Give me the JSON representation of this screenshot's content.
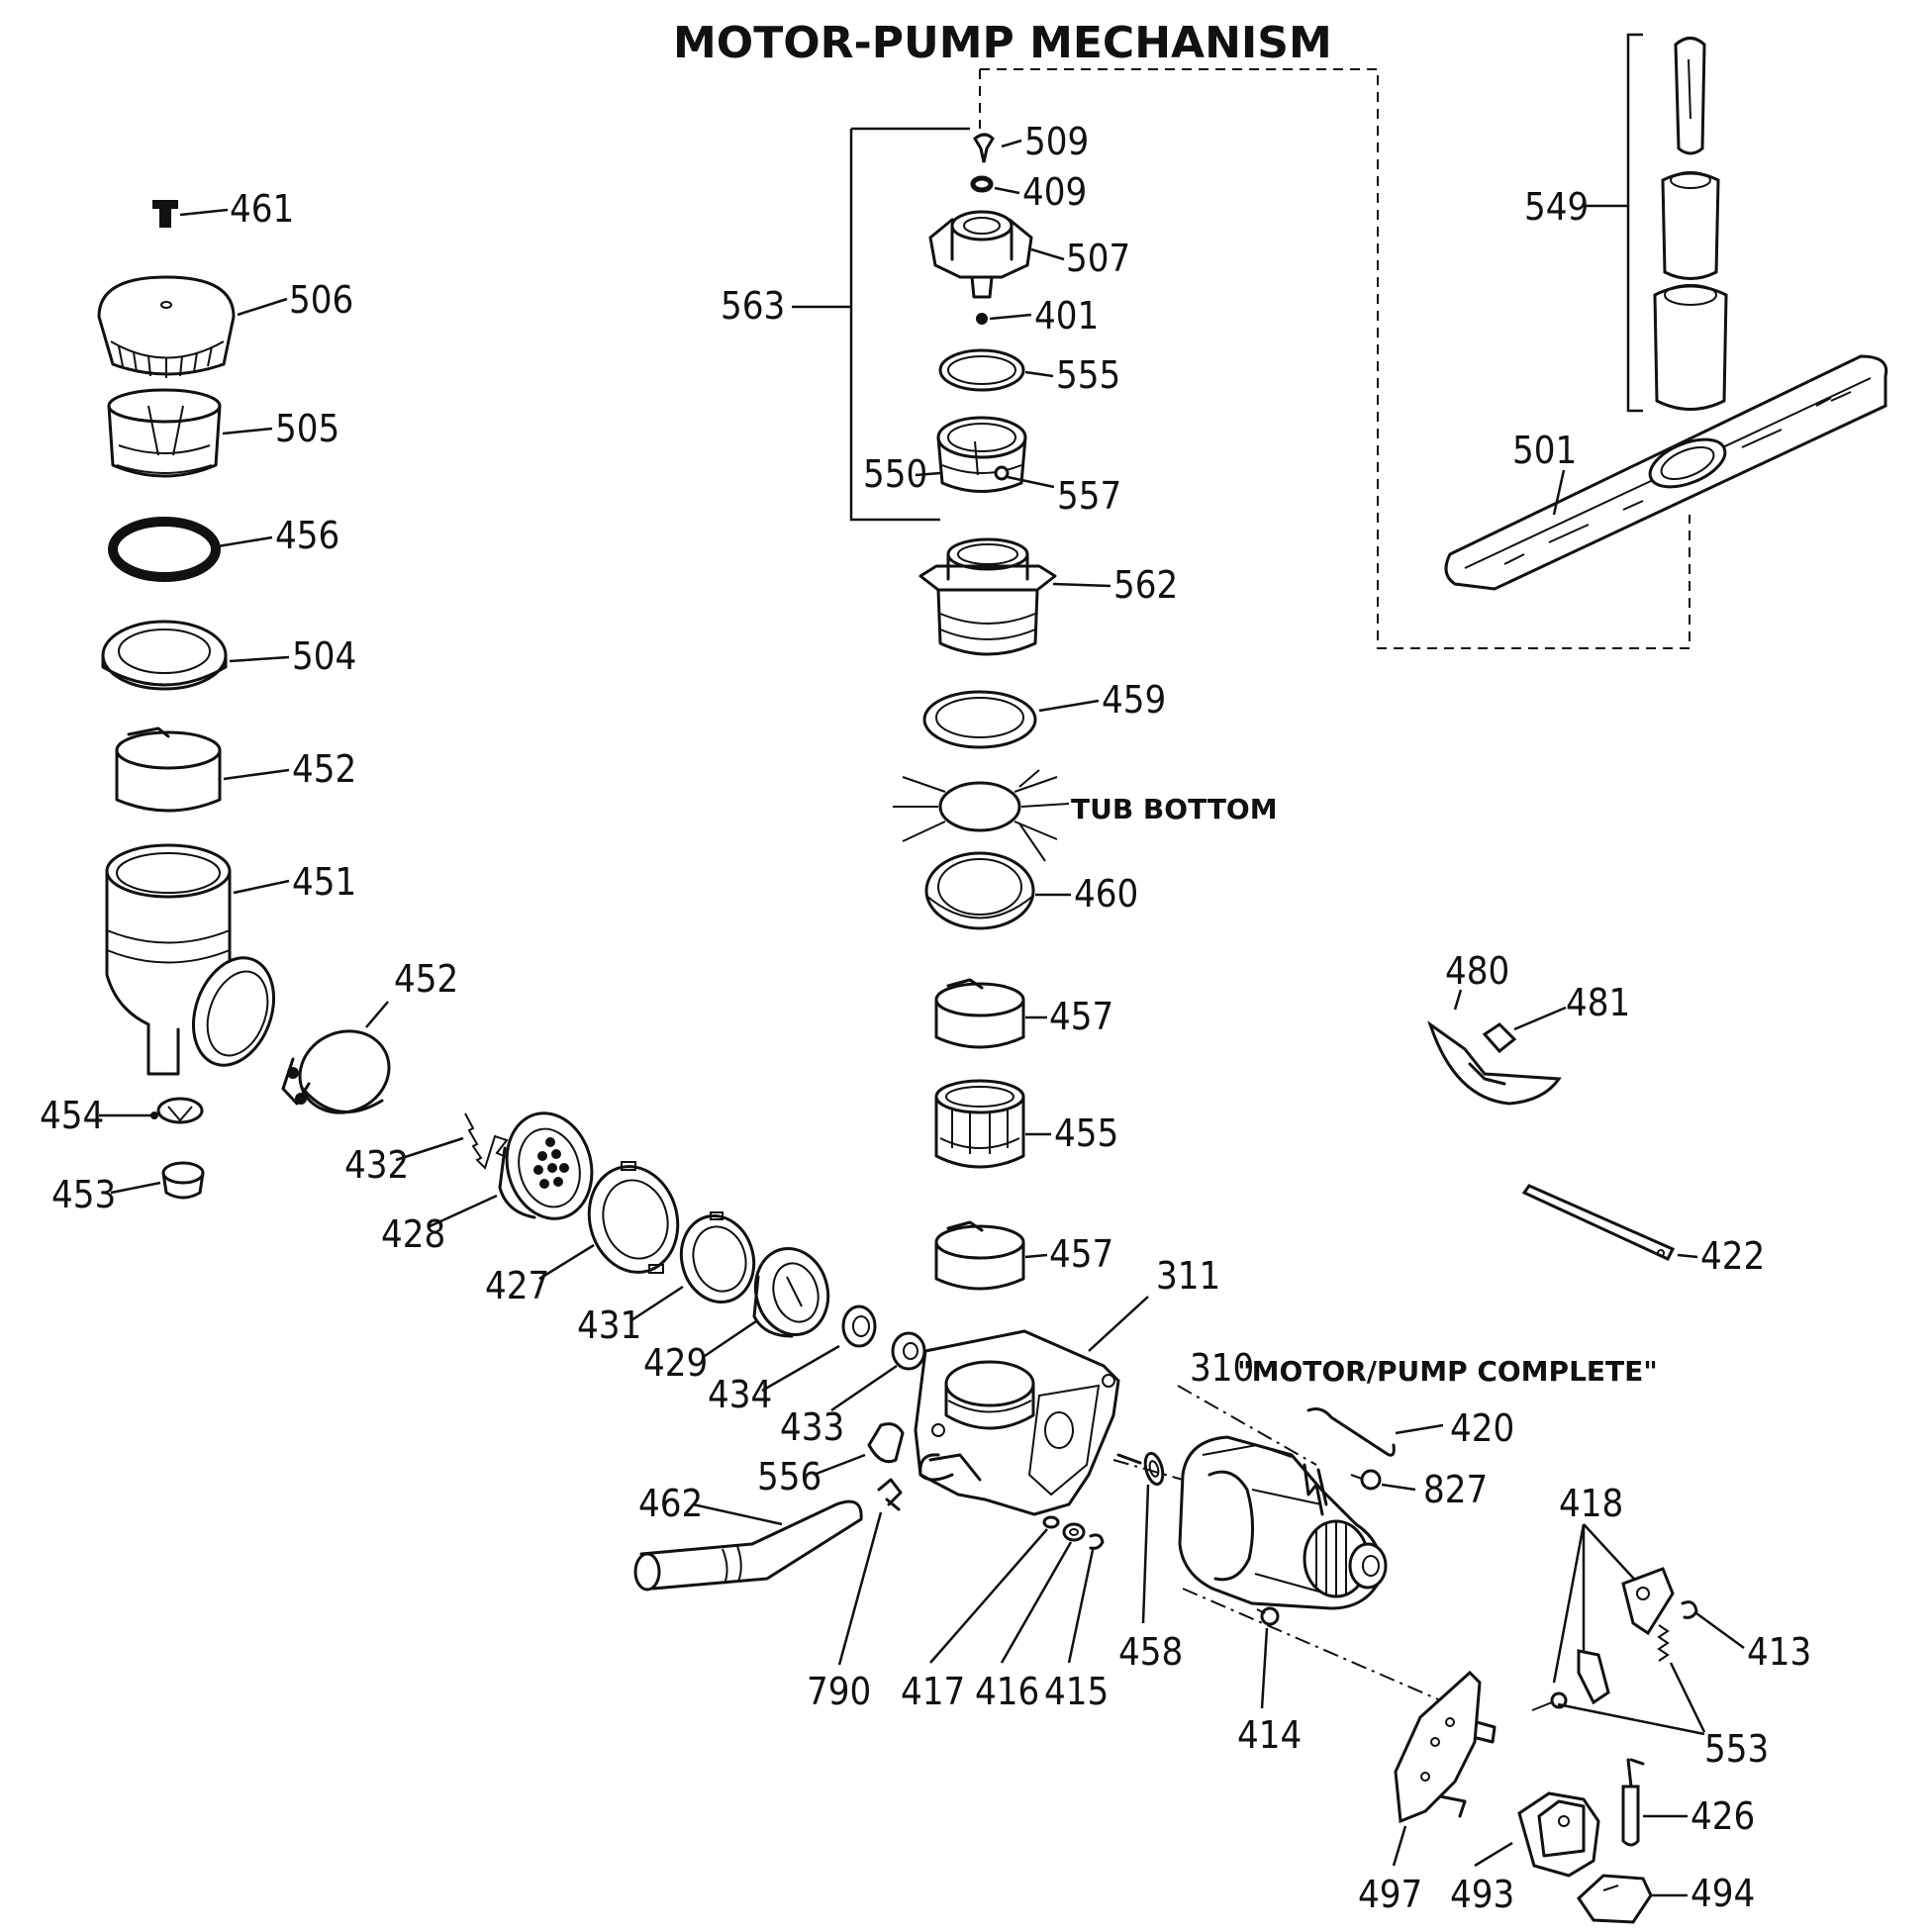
{
  "title": "MOTOR-PUMP MECHANISM",
  "annotations": {
    "tub_bottom": "TUB BOTTOM",
    "motor_pump_complete_num": "310",
    "motor_pump_complete_text": "\"MOTOR/PUMP COMPLETE\""
  },
  "parts": {
    "p461": "461",
    "p506": "506",
    "p505": "505",
    "p456": "456",
    "p504": "504",
    "p452a": "452",
    "p451": "451",
    "p452b": "452",
    "p454": "454",
    "p453": "453",
    "p432": "432",
    "p428": "428",
    "p427": "427",
    "p431": "431",
    "p429": "429",
    "p434": "434",
    "p433": "433",
    "p556": "556",
    "p462": "462",
    "p790": "790",
    "p417": "417",
    "p416": "416",
    "p415": "415",
    "p458": "458",
    "p414": "414",
    "p311": "311",
    "p420": "420",
    "p827": "827",
    "p563": "563",
    "p509": "509",
    "p409": "409",
    "p507": "507",
    "p401": "401",
    "p555": "555",
    "p550": "550",
    "p557": "557",
    "p562": "562",
    "p459": "459",
    "p460": "460",
    "p457a": "457",
    "p455": "455",
    "p457b": "457",
    "p549": "549",
    "p501": "501",
    "p480": "480",
    "p481": "481",
    "p422": "422",
    "p418": "418",
    "p413": "413",
    "p553": "553",
    "p426": "426",
    "p497": "497",
    "p493": "493",
    "p494": "494"
  }
}
